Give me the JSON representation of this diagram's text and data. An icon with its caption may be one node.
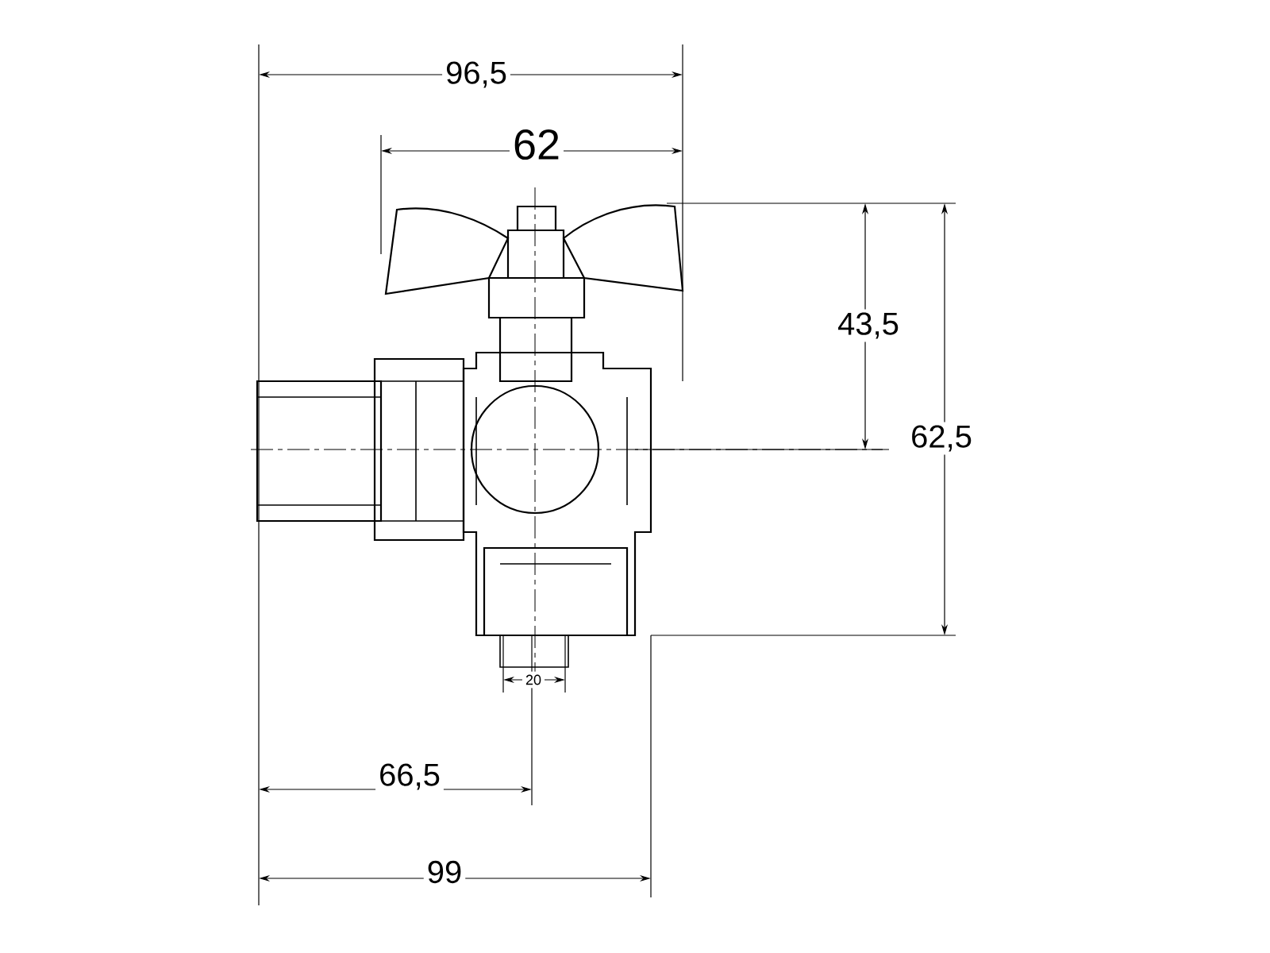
{
  "diagram": {
    "labels": [
      "96,5",
      "62",
      "43,5",
      "62,5",
      "20",
      "66,5",
      "99"
    ]
  }
}
